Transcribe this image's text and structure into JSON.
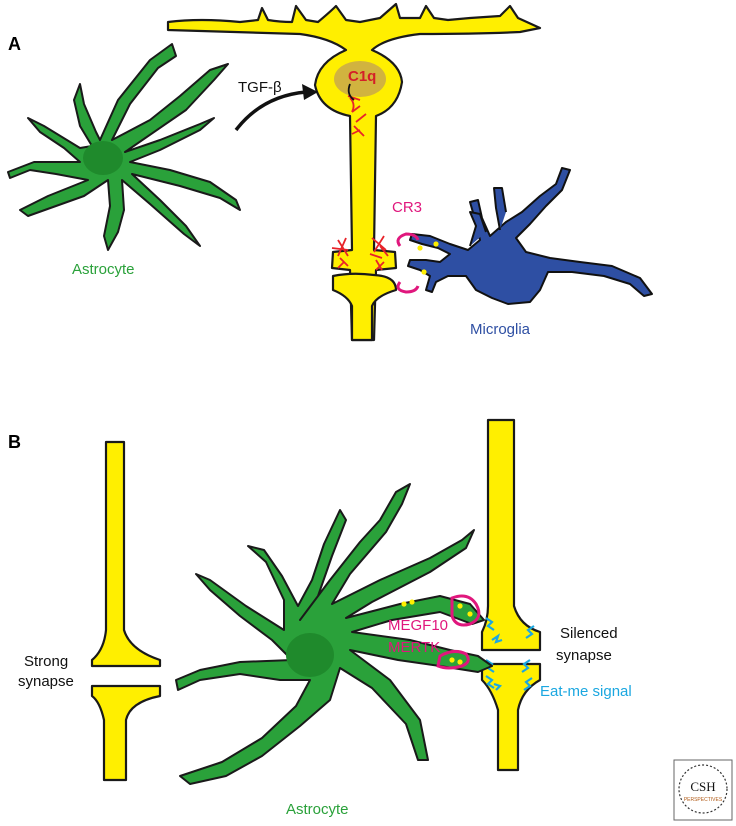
{
  "panels": {
    "a": {
      "letter": "A",
      "astrocyte_label": "Astrocyte",
      "signal_label": "TGF-β",
      "c1q_label": "C1q",
      "receptor_label": "CR3",
      "microglia_label": "Microglia"
    },
    "b": {
      "letter": "B",
      "strong_label_line1": "Strong",
      "strong_label_line2": "synapse",
      "receptor_line1": "MEGF10",
      "receptor_line2": "MERTK",
      "silenced_line1": "Silenced",
      "silenced_line2": "synapse",
      "eatme_label": "Eat-me signal",
      "astrocyte_label": "Astrocyte"
    }
  },
  "logo": {
    "text_main": "CSH",
    "text_sub": "PERSPECTIVES"
  },
  "colors": {
    "neuron": "#ffef00",
    "astrocyte": "#2aa13a",
    "microglia": "#2e4fa3",
    "c1q": "#e8232a",
    "receptor": "#e0177d",
    "eat_me": "#1ba7e0"
  }
}
